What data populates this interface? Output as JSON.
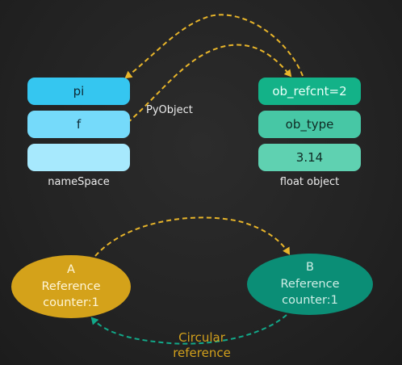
{
  "namespace": {
    "items": [
      "pi",
      "f",
      ""
    ],
    "caption": "nameSpace"
  },
  "float_object": {
    "fields": [
      "ob_refcnt=2",
      "ob_type",
      "3.14"
    ],
    "caption": "float object"
  },
  "pyobject_label": "PyObject",
  "node_a": {
    "name": "A",
    "line1": "Reference",
    "line2": "counter:1"
  },
  "node_b": {
    "name": "B",
    "line1": "Reference",
    "line2": "counter:1"
  },
  "circular_label": {
    "line1": "Circular",
    "line2": "reference"
  },
  "colors": {
    "arrow_yellow": "#e8b52a",
    "arrow_teal": "#12a889",
    "namespace_blue": "#35c6f0",
    "float_green": "#13b288"
  }
}
